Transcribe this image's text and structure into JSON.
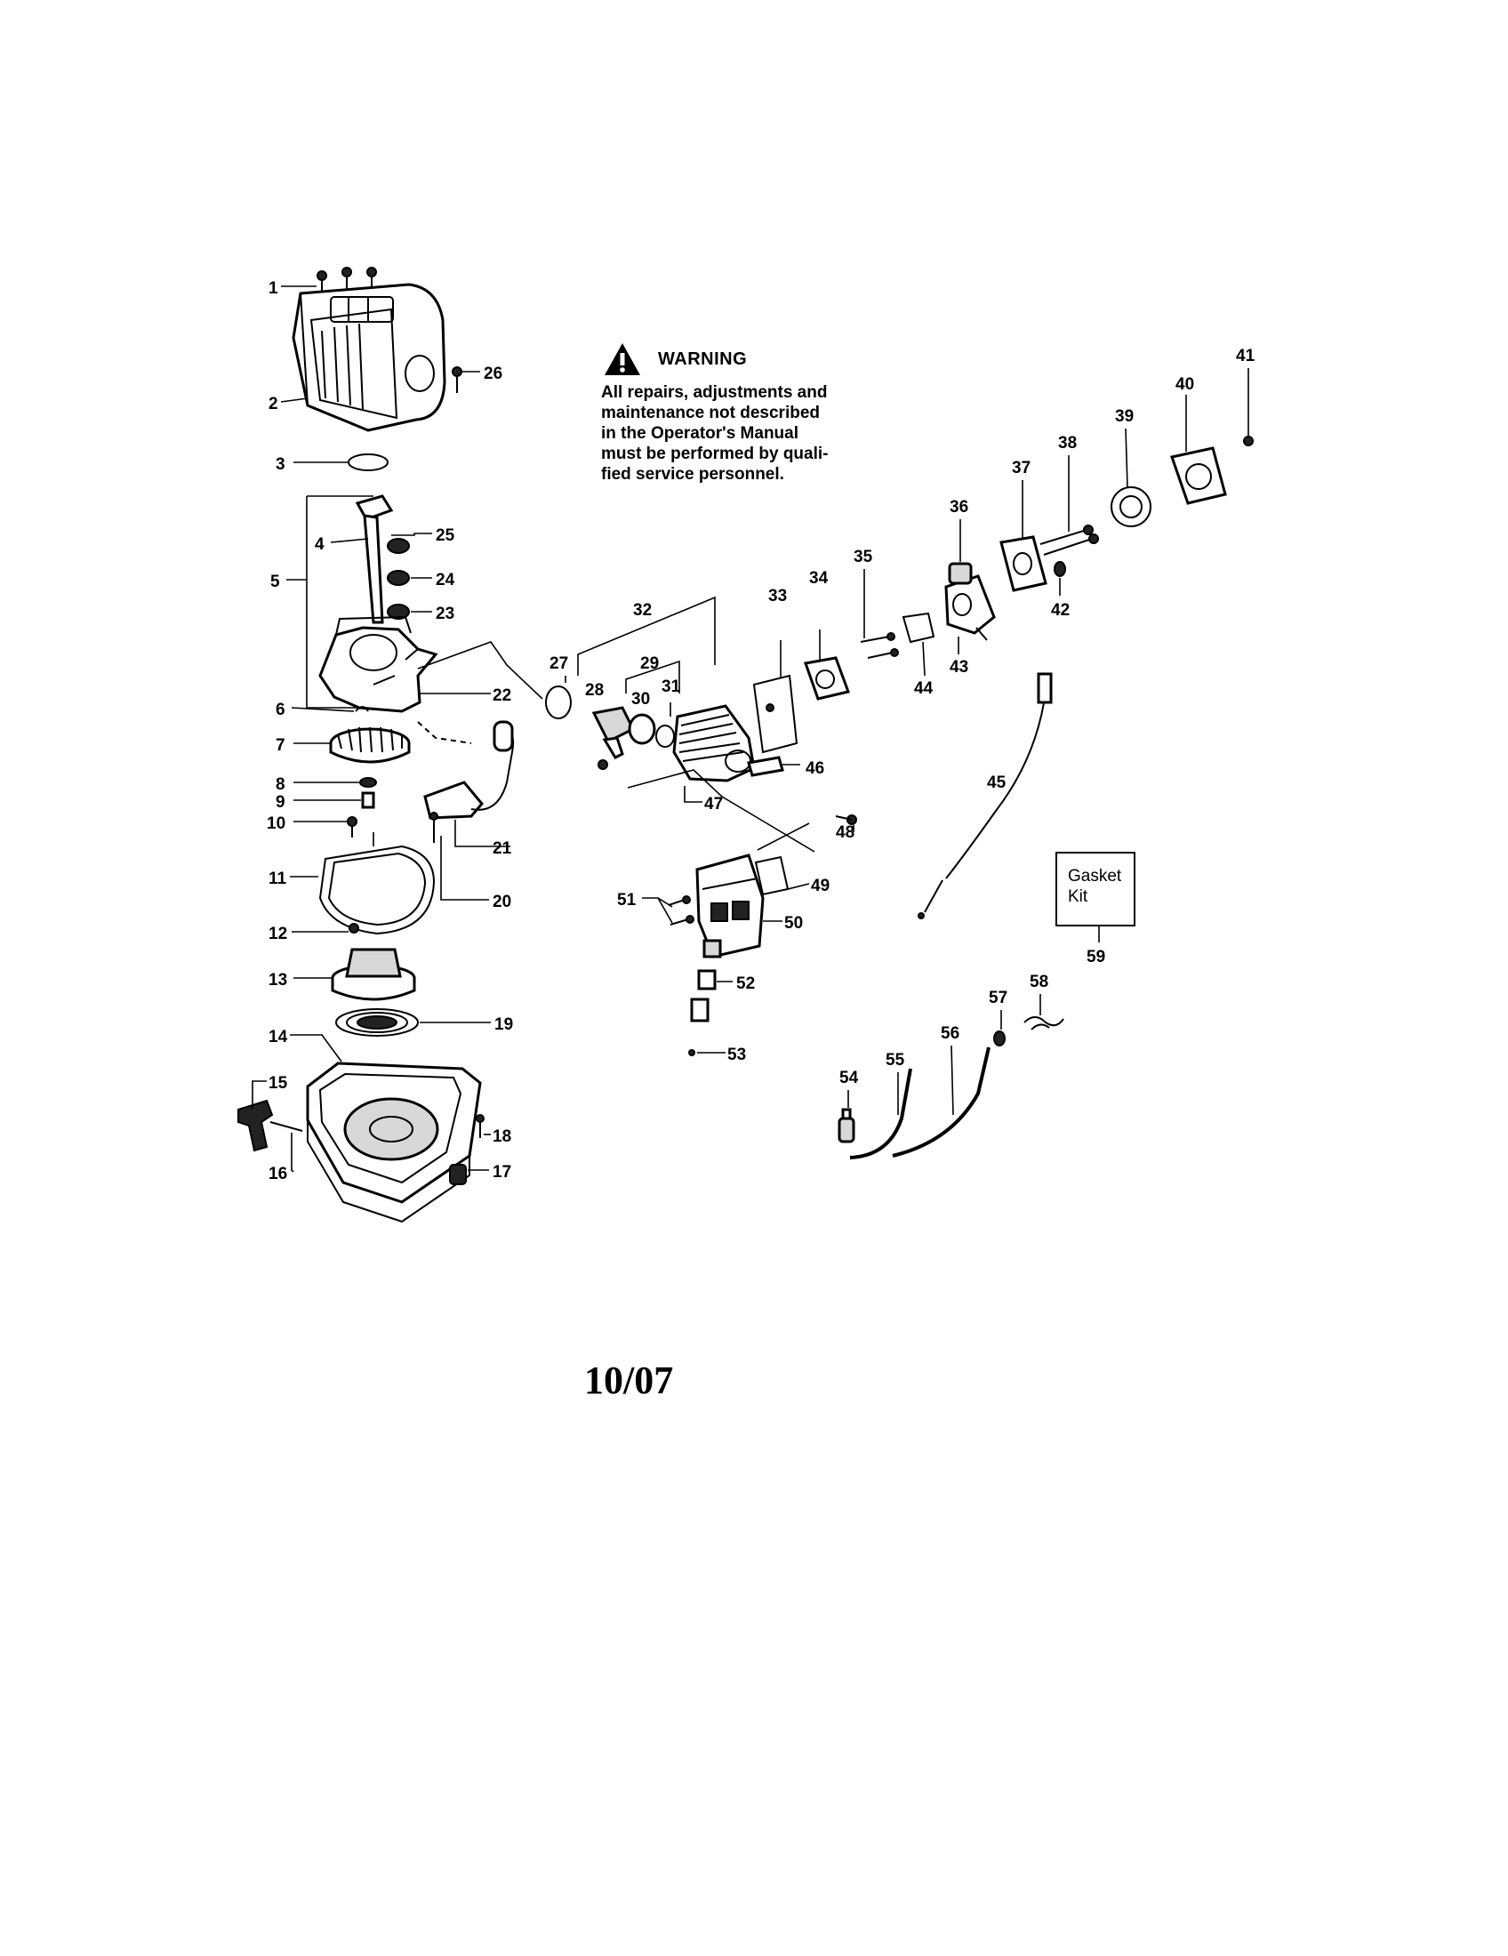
{
  "warning": {
    "title": "WARNING",
    "text": "All repairs, adjustments and\nmaintenance not described\nin the Operator's Manual\nmust be performed by quali-\nfied service personnel."
  },
  "gasket_kit": {
    "label": "Gasket\nKit",
    "number": "59"
  },
  "page_date": "10/07",
  "part_numbers": [
    "1",
    "2",
    "3",
    "4",
    "5",
    "6",
    "7",
    "8",
    "9",
    "10",
    "11",
    "12",
    "13",
    "14",
    "15",
    "16",
    "17",
    "18",
    "19",
    "20",
    "21",
    "22",
    "23",
    "24",
    "25",
    "26",
    "27",
    "28",
    "29",
    "30",
    "31",
    "32",
    "33",
    "34",
    "35",
    "36",
    "37",
    "38",
    "39",
    "40",
    "41",
    "42",
    "43",
    "44",
    "45",
    "46",
    "47",
    "48",
    "49",
    "50",
    "51",
    "52",
    "53",
    "54",
    "55",
    "56",
    "57",
    "58"
  ]
}
